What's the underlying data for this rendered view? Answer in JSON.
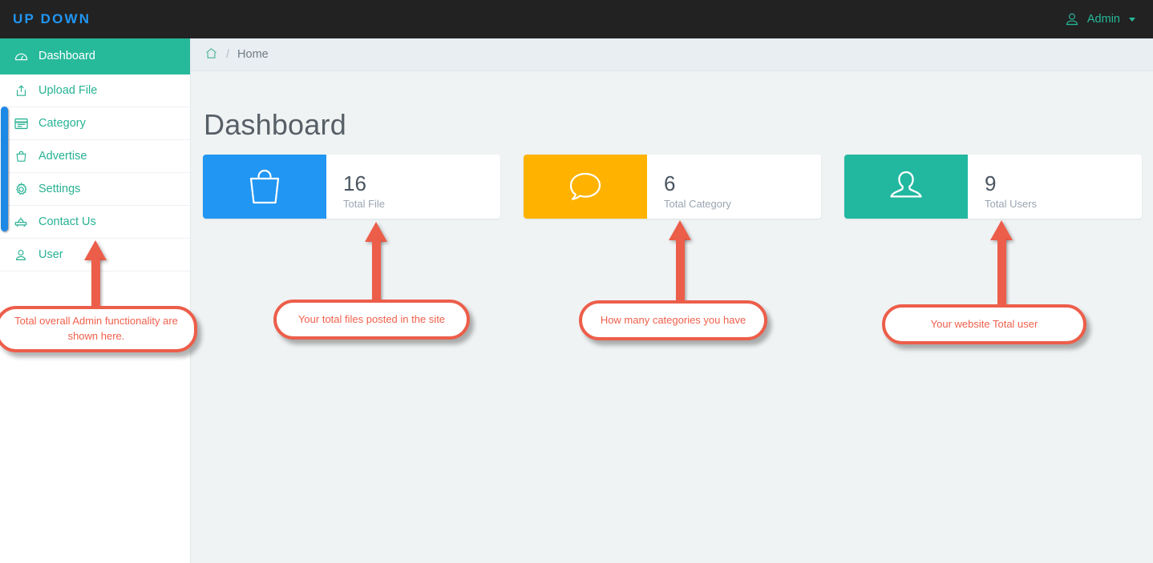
{
  "header": {
    "logo": "UP DOWN",
    "logo_color": "#2196f3",
    "user_label": "Admin",
    "user_icon": "user-icon",
    "caret_icon": "chevron-down-icon",
    "background": "#222222"
  },
  "sidebar": {
    "accent_color": "#26b99a",
    "scrollbar_color": "#1e88e5",
    "items": [
      {
        "label": "Dashboard",
        "icon": "gauge-icon",
        "active": true
      },
      {
        "label": "Upload File",
        "icon": "upload-icon",
        "active": false
      },
      {
        "label": "Category",
        "icon": "list-card-icon",
        "active": false
      },
      {
        "label": "Advertise",
        "icon": "briefcase-icon",
        "active": false
      },
      {
        "label": "Settings",
        "icon": "gear-icon",
        "active": false
      },
      {
        "label": "Contact Us",
        "icon": "contact-desk-icon",
        "active": false
      },
      {
        "label": "User",
        "icon": "user-icon",
        "active": false
      }
    ]
  },
  "breadcrumb": {
    "home_icon": "home-icon",
    "separator": "/",
    "current": "Home"
  },
  "main": {
    "title": "Dashboard",
    "cards": [
      {
        "value": "16",
        "label": "Total File",
        "icon": "shopping-bag-icon",
        "color": "#2196f3"
      },
      {
        "value": "6",
        "label": "Total Category",
        "icon": "speech-bubble-icon",
        "color": "#ffb300"
      },
      {
        "value": "9",
        "label": "Total Users",
        "icon": "user-silhouette-icon",
        "color": "#22b8a0"
      }
    ]
  },
  "annotations": {
    "accent_color": "#ec5e4a",
    "callouts": [
      {
        "text": "Total overall Admin functionality are shown here."
      },
      {
        "text": "Your total files posted in the site"
      },
      {
        "text": "How many categories you have"
      },
      {
        "text": "Your website Total user"
      }
    ]
  }
}
